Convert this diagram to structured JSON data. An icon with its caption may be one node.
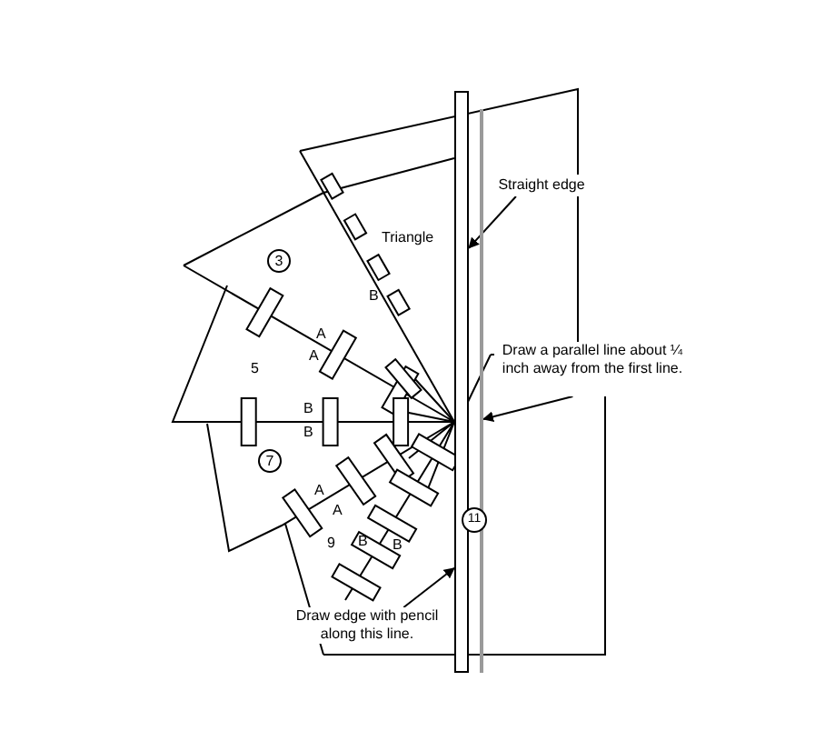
{
  "diagram": {
    "nodes": [
      {
        "text": [
          "Straight edge"
        ]
      },
      {
        "text": [
          "3"
        ]
      },
      {
        "text": [],
        "shape": "bar"
      },
      {
        "text": [],
        "shape": "line"
      },
      {
        "text": [
          "Draw a parallel line about ¼ inch away from the first line."
        ]
      },
      {
        "text": [
          "7"
        ]
      },
      {
        "text": [
          "11"
        ]
      },
      {
        "text": [
          "Draw edge with pencil along this line."
        ]
      }
    ],
    "edges": [
      {
        "from": 0,
        "to": 2,
        "arrow": "to"
      },
      {
        "from": 4,
        "to": 3,
        "arrow": "to"
      },
      {
        "from": 7,
        "to": 2,
        "arrow": "to"
      }
    ],
    "labels": [
      "Triangle",
      "B",
      "A",
      "A",
      "5",
      "B",
      "B",
      "A",
      "A",
      "9",
      "B",
      "B"
    ]
  }
}
